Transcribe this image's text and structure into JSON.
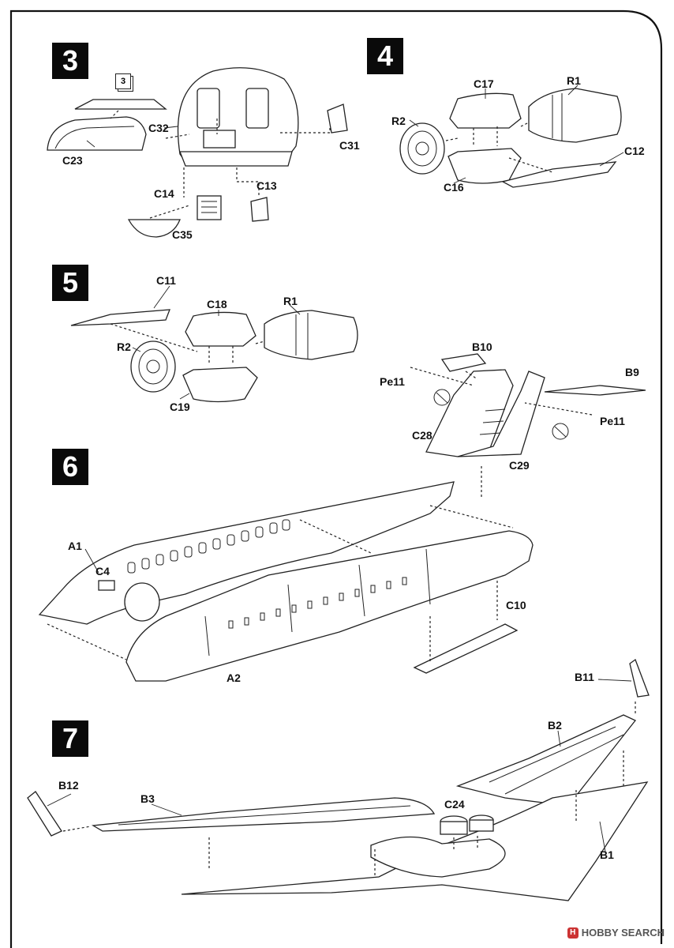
{
  "steps": {
    "s3": {
      "number": "3",
      "ref_box": "3",
      "labels": {
        "c32": "C32",
        "c31": "C31",
        "c23": "C23",
        "c14": "C14",
        "c13": "C13",
        "c35": "C35"
      }
    },
    "s4": {
      "number": "4",
      "labels": {
        "c17": "C17",
        "r1": "R1",
        "r2": "R2",
        "c12": "C12",
        "c16": "C16"
      }
    },
    "s5": {
      "number": "5",
      "labels": {
        "c11": "C11",
        "c18": "C18",
        "r1": "R1",
        "r2": "R2",
        "c19": "C19",
        "b10": "B10",
        "b9": "B9",
        "pe11_left": "Pe11",
        "pe11_right": "Pe11",
        "c28": "C28",
        "c29": "C29"
      }
    },
    "s6": {
      "number": "6",
      "labels": {
        "a1": "A1",
        "c4": "C4",
        "a2": "A2",
        "c10": "C10"
      }
    },
    "s7": {
      "number": "7",
      "labels": {
        "b11": "B11",
        "b2": "B2",
        "b12": "B12",
        "b3": "B3",
        "c24": "C24",
        "b1": "B1"
      }
    }
  },
  "watermark": {
    "logo": "H",
    "text": "HOBBY SEARCH"
  }
}
